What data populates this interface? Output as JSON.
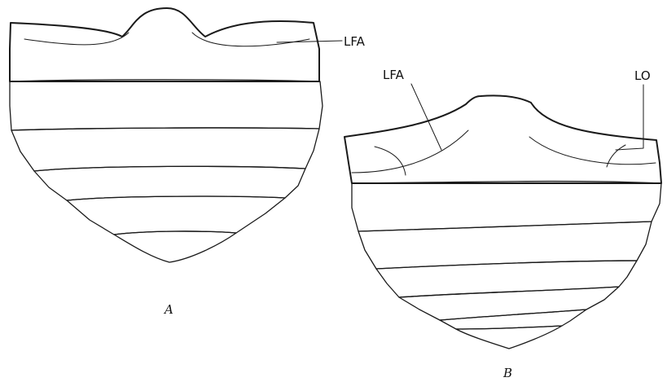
{
  "figure": {
    "panel_a": {
      "caption": "A",
      "labels": [
        "LFA"
      ]
    },
    "panel_b": {
      "caption": "B",
      "labels": [
        "LFA",
        "LO"
      ]
    }
  }
}
